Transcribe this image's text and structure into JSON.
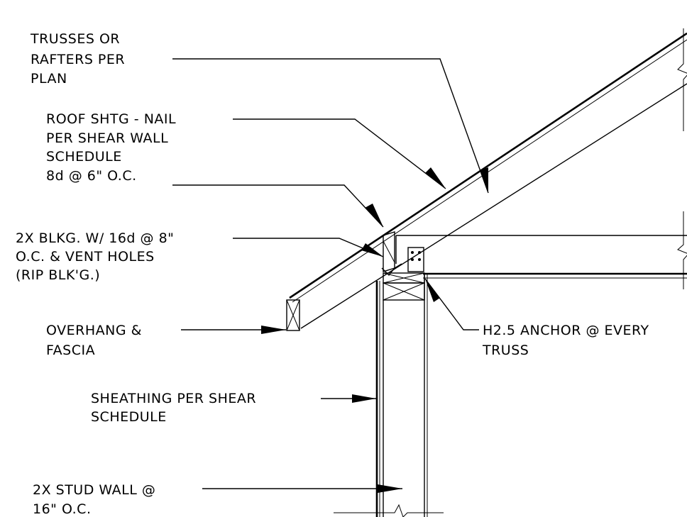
{
  "labels": {
    "trusses": [
      "TRUSSES OR",
      "RAFTERS PER",
      "PLAN"
    ],
    "roof_sheathing": [
      "ROOF SHTG - NAIL",
      "PER SHEAR WALL",
      "SCHEDULE",
      "8d @ 6\" O.C."
    ],
    "blocking": [
      "2X BLKG. W/ 16d @ 8\"",
      "O.C. & VENT HOLES",
      "(RIP BLK'G.)"
    ],
    "overhang": [
      "OVERHANG &",
      "FASCIA"
    ],
    "anchor": [
      "H2.5 ANCHOR @ EVERY",
      "TRUSS"
    ],
    "sheathing": [
      "SHEATHING PER SHEAR",
      "SCHEDULE"
    ],
    "stud_wall": [
      "2X STUD WALL @",
      "16\" O.C."
    ]
  }
}
